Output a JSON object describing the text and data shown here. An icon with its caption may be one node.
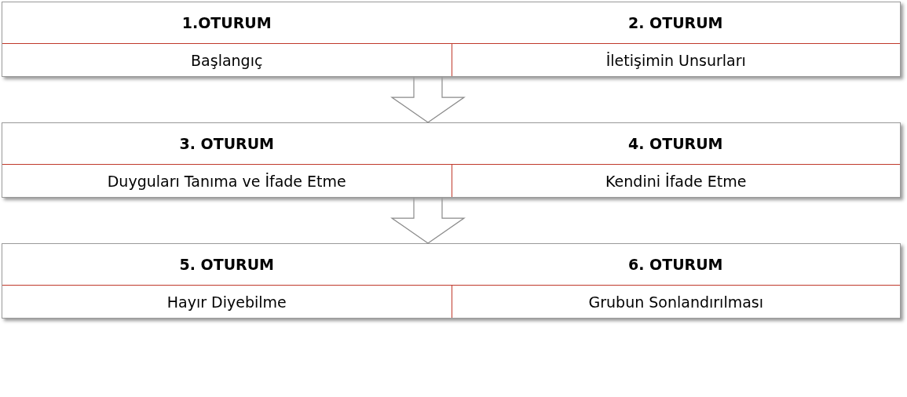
{
  "diagram": {
    "nodes": [
      {
        "text": [],
        "shape": "box"
      },
      {
        "text": [
          "1.OTURUM",
          "Başlangıç"
        ],
        "in": 0
      },
      {
        "text": [
          "2. OTURUM",
          "İletişimin Unsurları"
        ],
        "in": 0
      },
      {
        "text": [],
        "shape": "box"
      },
      {
        "text": [
          "3. OTURUM",
          "Duyguları Tanıma ve İfade Etme"
        ],
        "in": 3
      },
      {
        "text": [
          "4. OTURUM",
          "Kendini İfade Etme"
        ],
        "in": 3
      },
      {
        "text": [],
        "shape": "box"
      },
      {
        "text": [
          "5. OTURUM",
          "Hayır Diyebilme"
        ],
        "in": 6
      },
      {
        "text": [
          "6. OTURUM",
          "Grubun Sonlandırılması"
        ],
        "in": 6
      }
    ],
    "edges": [
      {
        "from": 0,
        "to": 3,
        "arrow": "to"
      },
      {
        "from": 3,
        "to": 6,
        "arrow": "to"
      }
    ]
  }
}
